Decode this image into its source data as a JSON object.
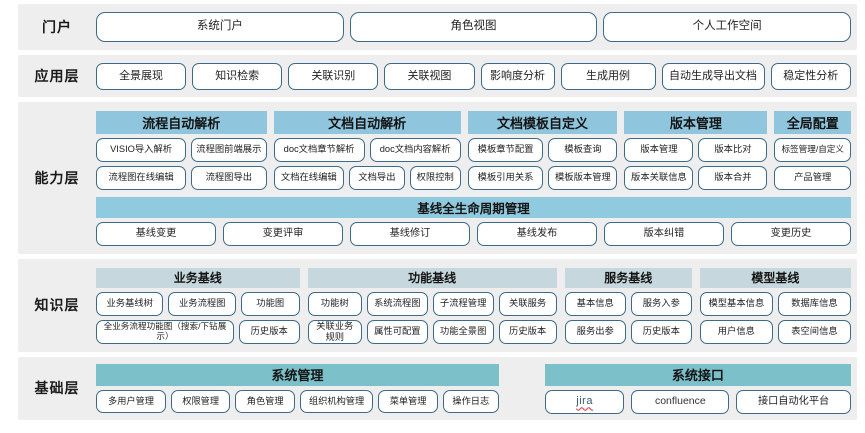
{
  "layers": [
    {
      "id": "portal",
      "label": "门户",
      "items": [
        "系统门户",
        "角色视图",
        "个人工作空间"
      ]
    },
    {
      "id": "application",
      "label": "应用层",
      "items": [
        "全景展现",
        "知识检索",
        "关联识别",
        "关联视图",
        "影响度分析",
        "生成用例",
        "自动生成导出文档",
        "稳定性分析"
      ]
    },
    {
      "id": "capability",
      "label": "能力层",
      "groups": [
        {
          "title": "流程自动解析",
          "rows": [
            [
              "VISIO导入解析",
              "流程图前端展示"
            ],
            [
              "流程图在线编辑",
              "流程图导出"
            ]
          ]
        },
        {
          "title": "文档自动解析",
          "rows": [
            [
              "doc文档章节解析",
              "doc文档内容解析"
            ],
            [
              "文档在线编辑",
              "文档导出",
              "权限控制"
            ]
          ]
        },
        {
          "title": "文档模板自定义",
          "rows": [
            [
              "模板章节配置",
              "模板查询"
            ],
            [
              "模板引用关系",
              "模板版本管理"
            ]
          ]
        },
        {
          "title": "版本管理",
          "rows": [
            [
              "版本管理",
              "版本比对"
            ],
            [
              "版本关联信息",
              "版本合并"
            ]
          ]
        },
        {
          "title": "全局配置",
          "rows": [
            [
              "标签管理/自定义"
            ],
            [
              "产品管理"
            ]
          ]
        }
      ],
      "baseline": {
        "title": "基线全生命周期管理",
        "items": [
          "基线变更",
          "变更评审",
          "基线修订",
          "基线发布",
          "版本纠错",
          "变更历史"
        ]
      }
    },
    {
      "id": "knowledge",
      "label": "知识层",
      "groups": [
        {
          "title": "业务基线",
          "rows": [
            [
              "业务基线树",
              "业务流程图",
              "功能图"
            ],
            [
              "全业务流程功能图（搜索/下钻展示）",
              "历史版本"
            ]
          ]
        },
        {
          "title": "功能基线",
          "rows": [
            [
              "功能树",
              "系统流程图",
              "子流程管理",
              "关联服务"
            ],
            [
              "关联业务规则",
              "属性可配置",
              "功能全景图",
              "历史版本"
            ]
          ]
        },
        {
          "title": "服务基线",
          "rows": [
            [
              "基本信息",
              "服务入参"
            ],
            [
              "服务出参",
              "历史版本"
            ]
          ]
        },
        {
          "title": "模型基线",
          "rows": [
            [
              "模型基本信息",
              "数据库信息"
            ],
            [
              "用户信息",
              "表空间信息"
            ]
          ]
        }
      ]
    },
    {
      "id": "foundation",
      "label": "基础层",
      "groups": [
        {
          "title": "系统管理",
          "rows": [
            [
              "多用户管理",
              "权限管理",
              "角色管理",
              "组织机构管理",
              "菜单管理",
              "操作日志"
            ]
          ]
        },
        {
          "title": "系统接口",
          "rows": [
            [
              "jira",
              "confluence",
              "接口自动化平台"
            ]
          ]
        }
      ]
    }
  ],
  "colors": {
    "band_background": "#eeeeee",
    "pill_border": "#3d6a86",
    "capability_header": "#8fc6dd",
    "baseline_header": "#8fcade",
    "knowledge_header": "#c6d8dd",
    "foundation_header": "#7cc0c9",
    "page_background": "#ffffff"
  }
}
